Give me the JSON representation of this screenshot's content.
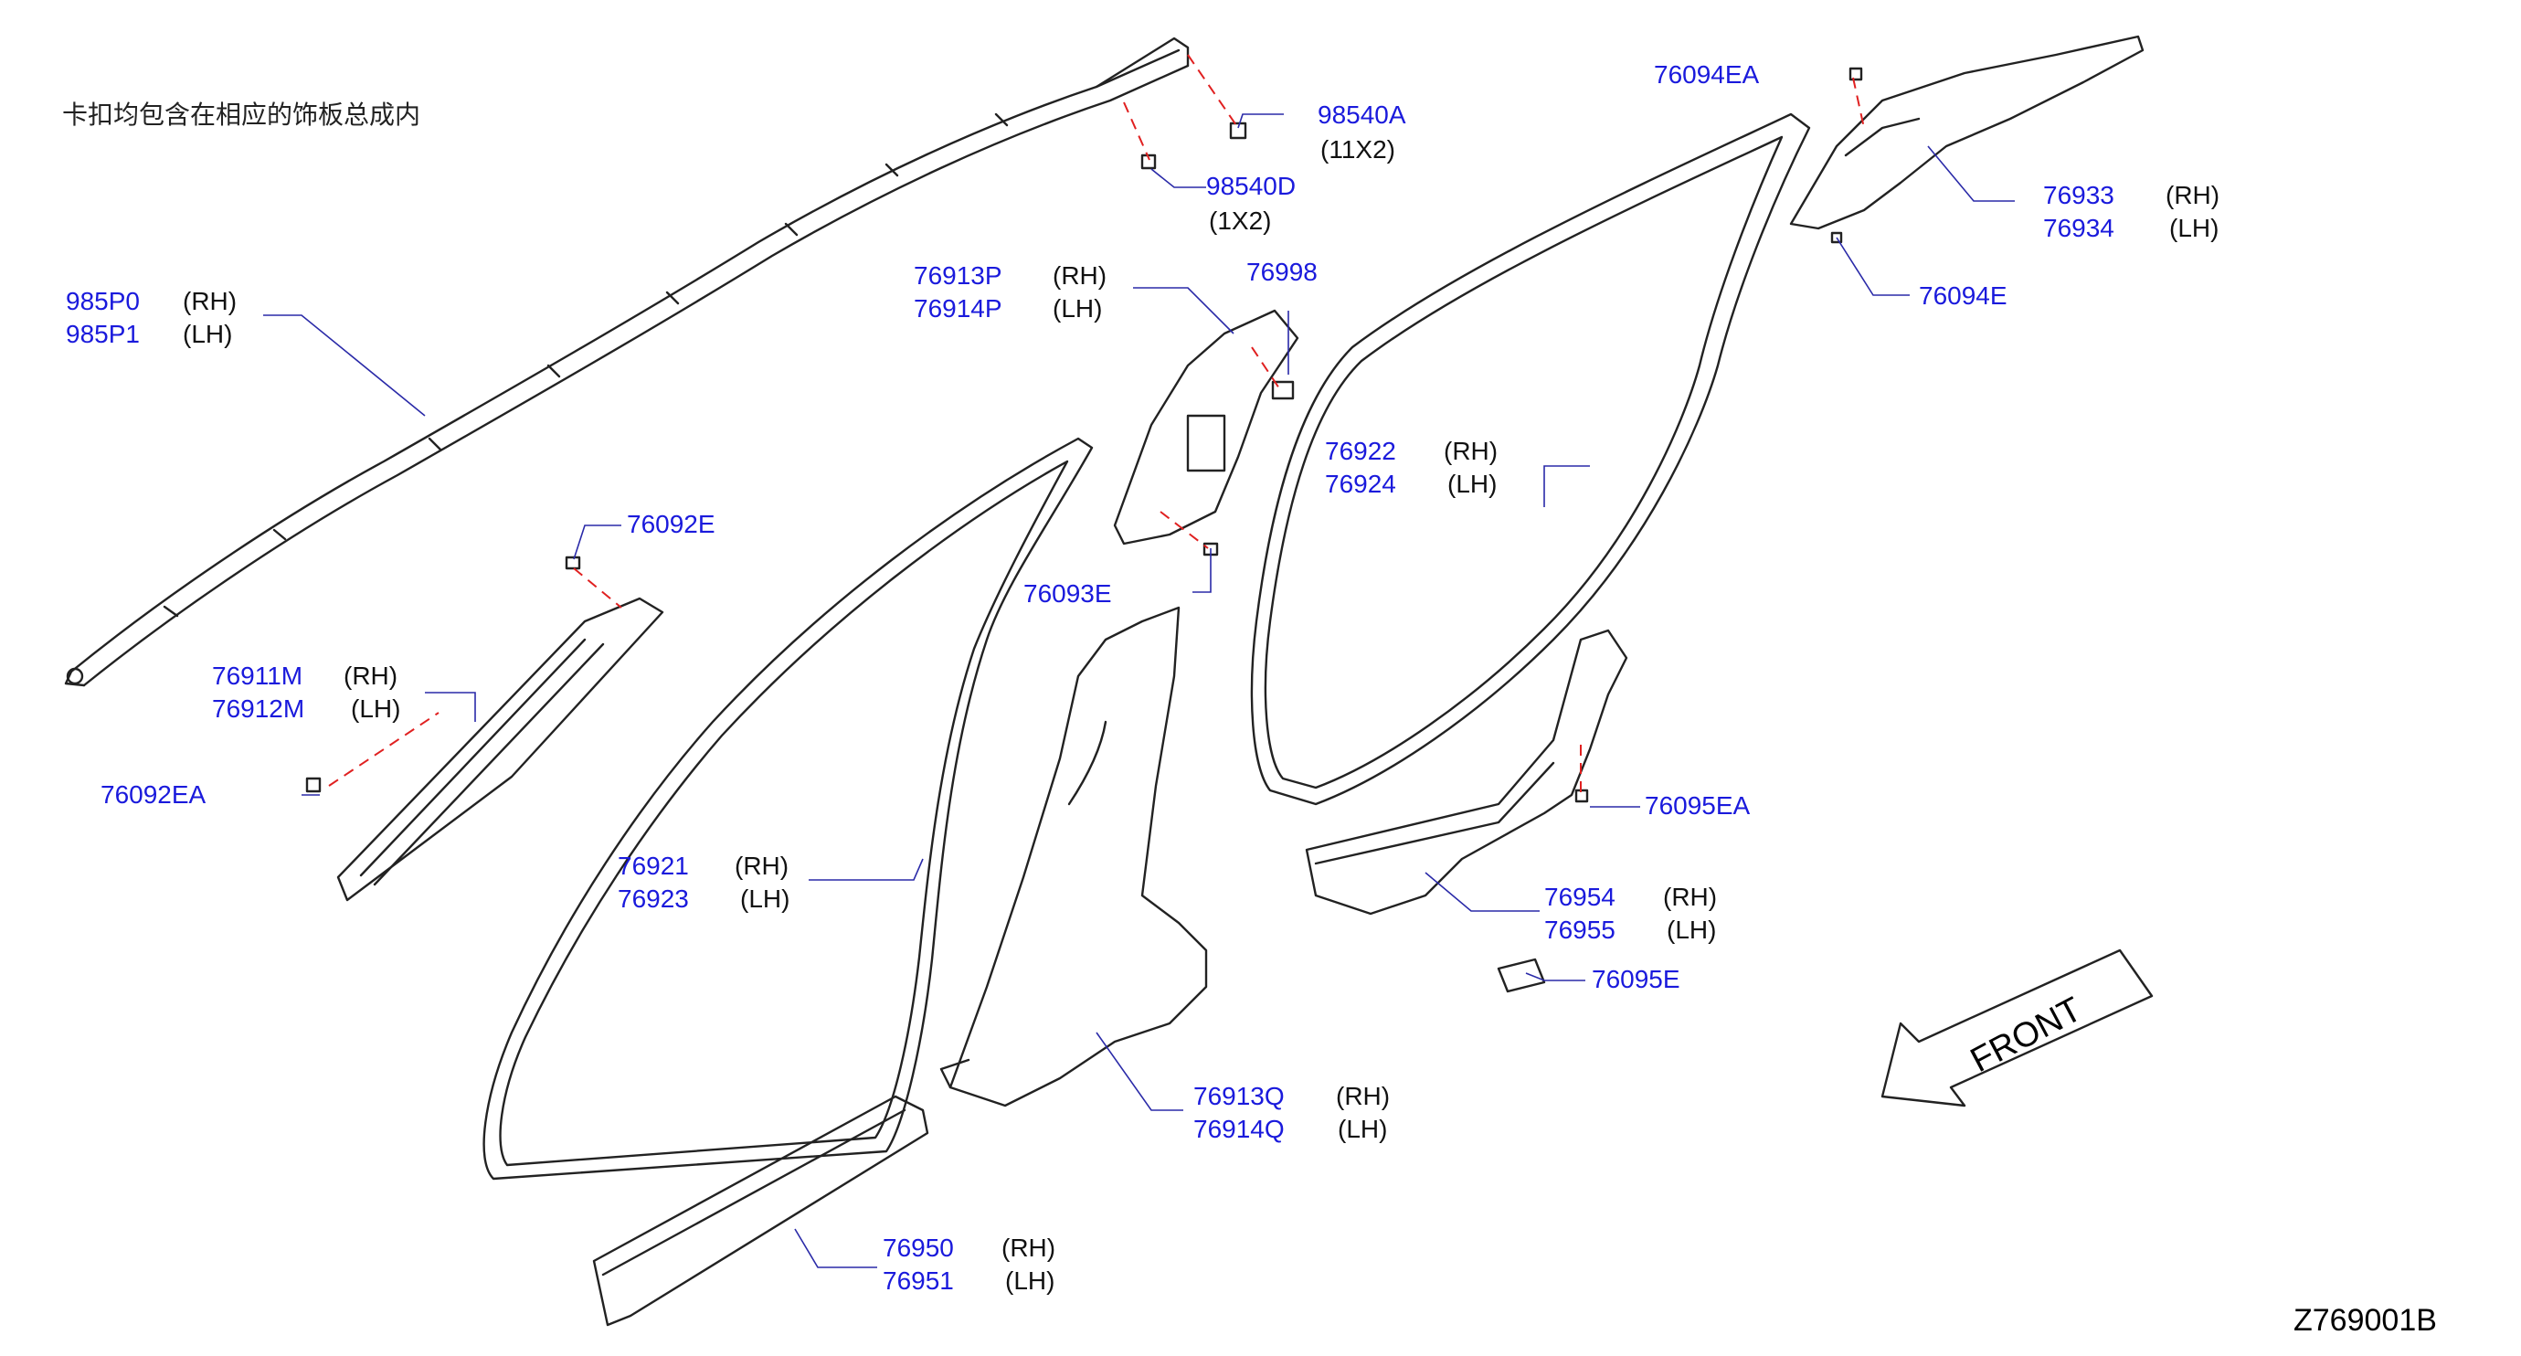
{
  "note": "卡扣均包含在相应的饰板总成内",
  "diagram_code": "Z769001B",
  "front_label": "FRONT",
  "colors": {
    "part_number": "#1a1adc",
    "leader": "#2a2aa8",
    "fastener_line": "#e02020",
    "outline": "#222222"
  },
  "labels": [
    {
      "id": "98540A",
      "num": "98540A",
      "side": "(11X2)"
    },
    {
      "id": "98540D",
      "num": "98540D",
      "side": "(1X2)"
    },
    {
      "id": "985P0",
      "num": "985P0",
      "side": "(RH)"
    },
    {
      "id": "985P1",
      "num": "985P1",
      "side": "(LH)"
    },
    {
      "id": "76913P",
      "num": "76913P",
      "side": "(RH)"
    },
    {
      "id": "76914P",
      "num": "76914P",
      "side": "(LH)"
    },
    {
      "id": "76998",
      "num": "76998",
      "side": ""
    },
    {
      "id": "76094EA",
      "num": "76094EA",
      "side": ""
    },
    {
      "id": "76933",
      "num": "76933",
      "side": "(RH)"
    },
    {
      "id": "76934",
      "num": "76934",
      "side": "(LH)"
    },
    {
      "id": "76094E",
      "num": "76094E",
      "side": ""
    },
    {
      "id": "76922",
      "num": "76922",
      "side": "(RH)"
    },
    {
      "id": "76924",
      "num": "76924",
      "side": "(LH)"
    },
    {
      "id": "76092E",
      "num": "76092E",
      "side": ""
    },
    {
      "id": "76093E",
      "num": "76093E",
      "side": ""
    },
    {
      "id": "76911M",
      "num": "76911M",
      "side": "(RH)"
    },
    {
      "id": "76912M",
      "num": "76912M",
      "side": "(LH)"
    },
    {
      "id": "76092EA",
      "num": "76092EA",
      "side": ""
    },
    {
      "id": "76095EA",
      "num": "76095EA",
      "side": ""
    },
    {
      "id": "76921",
      "num": "76921",
      "side": "(RH)"
    },
    {
      "id": "76923",
      "num": "76923",
      "side": "(LH)"
    },
    {
      "id": "76954",
      "num": "76954",
      "side": "(RH)"
    },
    {
      "id": "76955",
      "num": "76955",
      "side": "(LH)"
    },
    {
      "id": "76095E",
      "num": "76095E",
      "side": ""
    },
    {
      "id": "76913Q",
      "num": "76913Q",
      "side": "(RH)"
    },
    {
      "id": "76914Q",
      "num": "76914Q",
      "side": "(LH)"
    },
    {
      "id": "76950",
      "num": "76950",
      "side": "(RH)"
    },
    {
      "id": "76951",
      "num": "76951",
      "side": "(LH)"
    }
  ]
}
